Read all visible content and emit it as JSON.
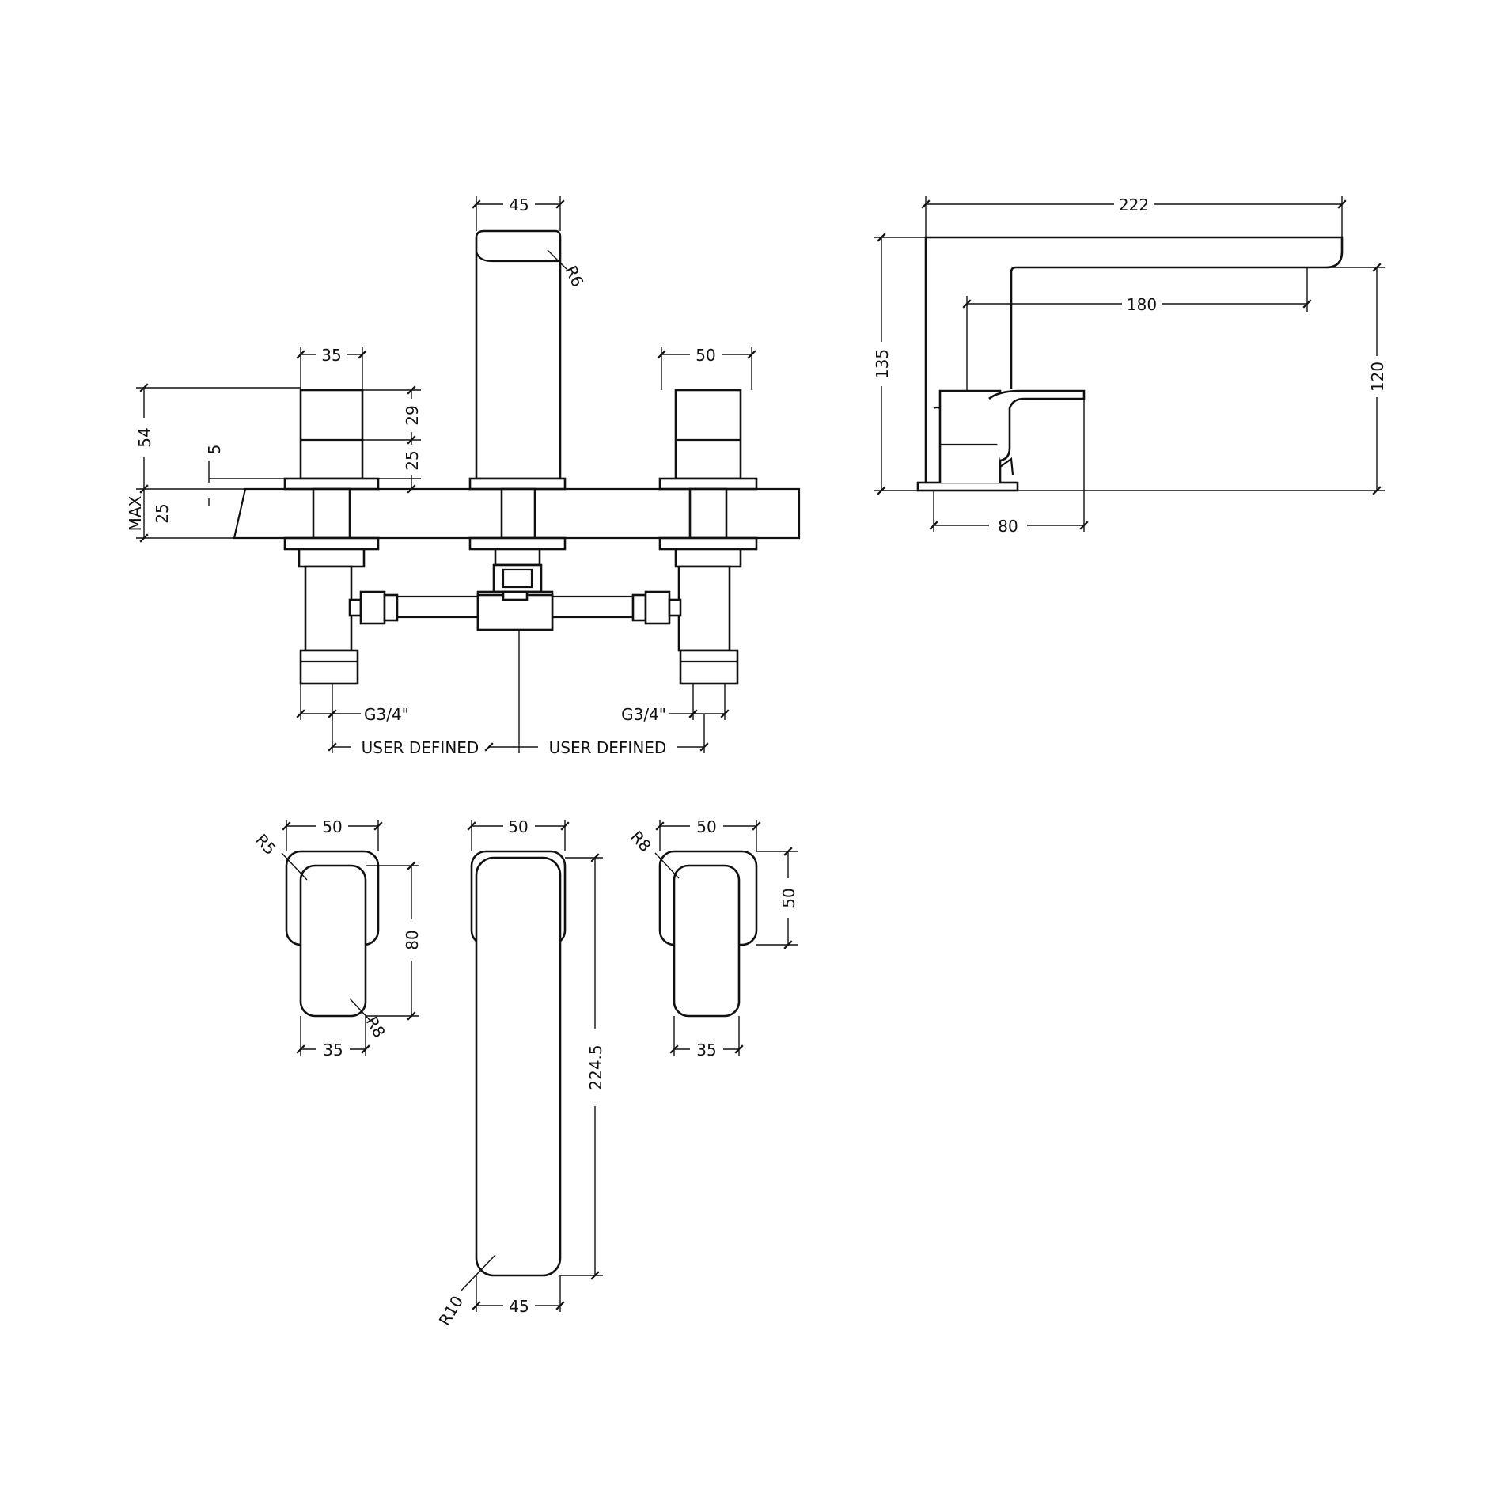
{
  "colors": {
    "line": "#111111",
    "background": "#ffffff"
  },
  "front_view": {
    "spout_width": "45",
    "spout_radius": "R6",
    "left_handle_width": "35",
    "right_handle_width": "50",
    "total_height": "54",
    "flange_offset": "5",
    "handle_top_height": "29",
    "handle_bottom_height": "25",
    "deck_label": "MAX",
    "deck_thickness": "25",
    "inlet_left": "G3/4\"",
    "inlet_right": "G3/4\"",
    "spacing_left": "USER DEFINED",
    "spacing_right": "USER DEFINED"
  },
  "side_view": {
    "overall_length": "222",
    "spout_projection": "180",
    "overall_height": "135",
    "outlet_height": "120",
    "base_length": "80"
  },
  "plan_view": {
    "left_handle_width": "50",
    "left_handle_outer_radius": "R5",
    "left_handle_depth": "80",
    "left_handle_lever_radius": "R8",
    "left_handle_lever_width": "35",
    "spout_top_width": "50",
    "spout_length": "224.5",
    "spout_radius": "R10",
    "spout_bottom_width": "45",
    "right_handle_width": "50",
    "right_handle_radius": "R8",
    "right_handle_depth": "50",
    "right_handle_lever_width": "35"
  }
}
